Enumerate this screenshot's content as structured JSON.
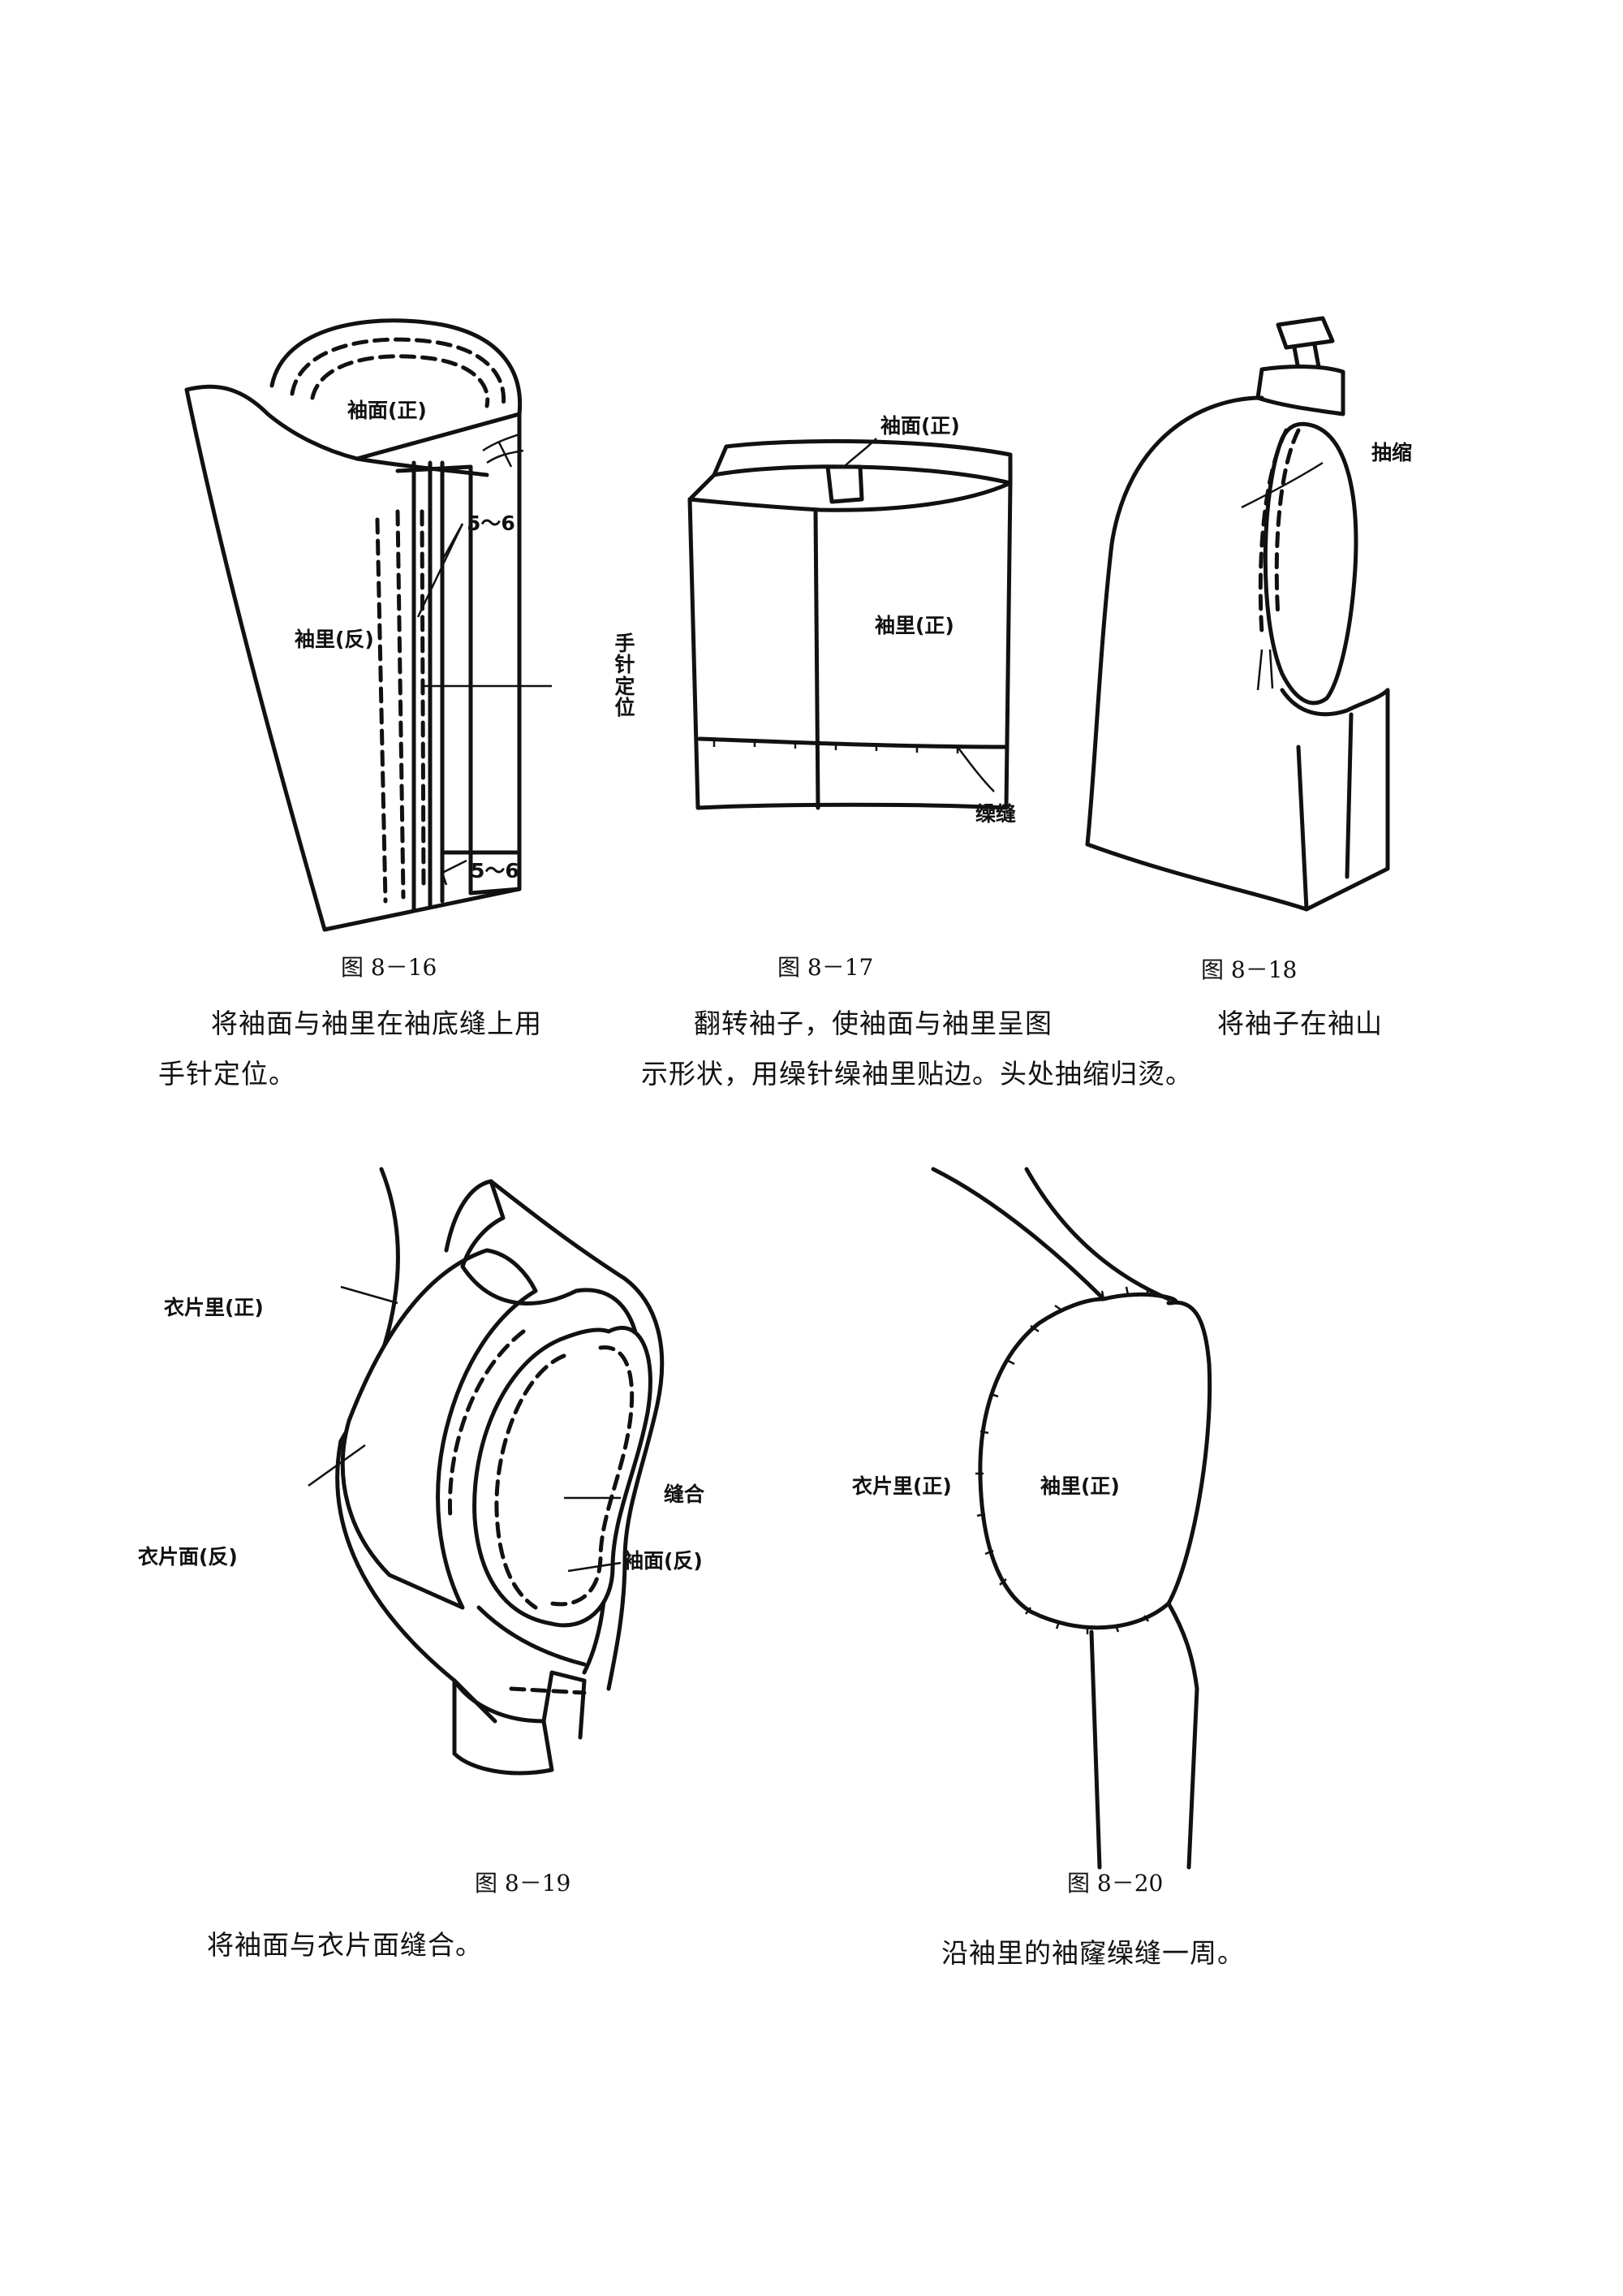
{
  "figures": {
    "fig16": {
      "caption": "图 8－16",
      "labels": {
        "sleeve_face": "袖面(正)",
        "sleeve_lining": "袖里(反)",
        "measure_top": "5～6",
        "measure_bottom": "5～6",
        "hand_stitch": "手针定位"
      }
    },
    "fig17": {
      "caption": "图 8－17",
      "labels": {
        "sleeve_face": "袖面(正)",
        "sleeve_lining": "袖里(正)",
        "blind_stitch": "缲缝"
      }
    },
    "fig18": {
      "caption": "图 8－18",
      "labels": {
        "gather": "抽缩"
      }
    },
    "fig19": {
      "caption": "图 8－19",
      "labels": {
        "body_lining": "衣片里(正)",
        "body_face": "衣片面(反)",
        "seam": "缝合",
        "sleeve_face": "袖面(反)"
      }
    },
    "fig20": {
      "caption": "图 8－20",
      "labels": {
        "body_lining": "衣片里(正)",
        "sleeve_lining": "袖里(正)"
      }
    }
  },
  "text": {
    "p16_line1": "将袖面与袖里在袖底缝上用",
    "p16_line2": "手针定位。",
    "p17_line1": "翻转袖子，使袖面与袖里呈图",
    "p17_line2": "示形状，用缲针缲袖里贴边。头处抽缩归烫。",
    "p18_line1": "将袖子在袖山",
    "p19": "将袖面与衣片面缝合。",
    "p20": "沿袖里的袖窿缲缝一周。"
  }
}
